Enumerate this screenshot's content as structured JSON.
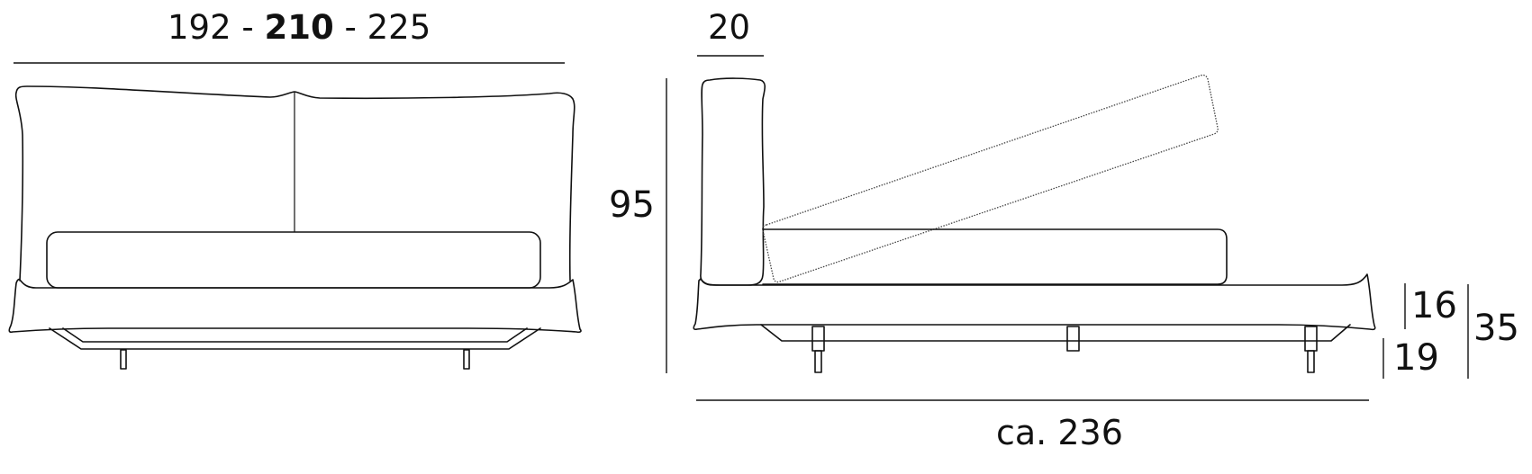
{
  "front_view": {
    "width_label": {
      "min": "192",
      "sep1": " - ",
      "standard": "210",
      "sep2": " - ",
      "max": "225"
    }
  },
  "side_view": {
    "headboard_depth_label": "20",
    "total_height_label": "95",
    "frame_height_label": "16",
    "leg_height_label": "19",
    "bed_height_label": "35",
    "length_label": "ca. 236"
  },
  "colors": {
    "line": "#111111",
    "dotted_line": "#444444",
    "background": "#ffffff"
  }
}
